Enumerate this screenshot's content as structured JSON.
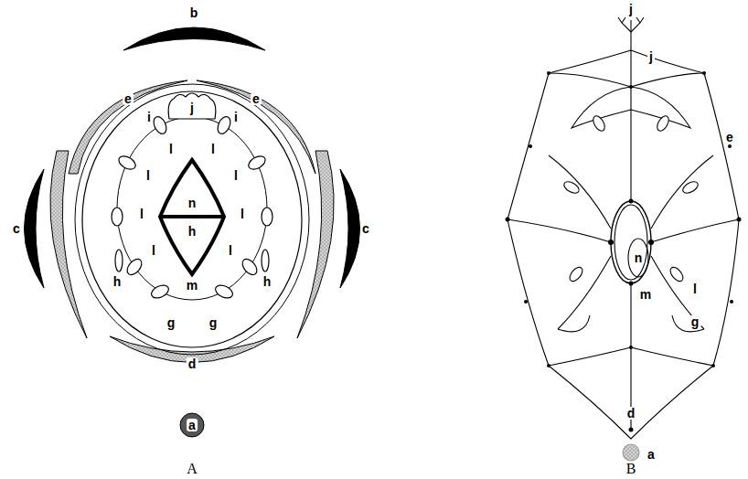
{
  "diagram": {
    "labels": [
      "b",
      "e",
      "e",
      "j",
      "i",
      "i",
      "c",
      "c",
      "l",
      "l",
      "l",
      "l",
      "l",
      "l",
      "l",
      "l",
      "n",
      "h",
      "m",
      "h",
      "h",
      "g",
      "g",
      "d",
      "a",
      "A",
      "j",
      "j",
      "e",
      "l",
      "n",
      "m",
      "g",
      "d",
      "a",
      "B"
    ]
  }
}
